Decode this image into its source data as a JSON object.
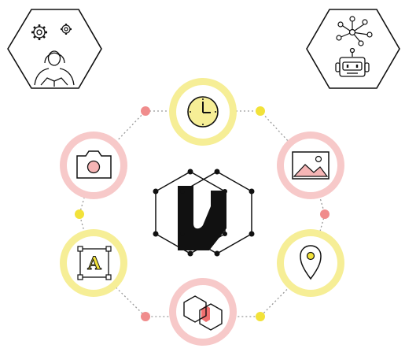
{
  "diagram": {
    "center_logo_icon": "double-hexagon-u-logo",
    "corner_cards": [
      {
        "icon": "person-reading-with-gears"
      },
      {
        "icon": "robot-with-network"
      }
    ],
    "nodes": [
      {
        "id": "clock",
        "icon": "clock-icon",
        "ring_color": "#f6ee96"
      },
      {
        "id": "image",
        "icon": "image-icon",
        "ring_color": "#f7c9c9"
      },
      {
        "id": "location",
        "icon": "location-pin-icon",
        "ring_color": "#f6ee96"
      },
      {
        "id": "overlap",
        "icon": "overlapping-hexagons-icon",
        "ring_color": "#f7c9c9"
      },
      {
        "id": "text",
        "icon": "text-frame-icon",
        "ring_color": "#f6ee96",
        "glyph": "A"
      },
      {
        "id": "camera",
        "icon": "camera-icon",
        "ring_color": "#f7c9c9"
      }
    ],
    "connector_dots": [
      {
        "color": "#f08c8c"
      },
      {
        "color": "#f2e23a"
      },
      {
        "color": "#f2e23a"
      },
      {
        "color": "#f08c8c"
      },
      {
        "color": "#f08c8c"
      },
      {
        "color": "#f2e23a"
      },
      {
        "color": "#f2e23a"
      },
      {
        "color": "#f08c8c"
      }
    ],
    "colors": {
      "pink_ring": "#f7c9c9",
      "yellow_ring": "#f6ee96",
      "pink_accent": "#f08c8c",
      "yellow_accent": "#f2e23a",
      "line": "#222222",
      "dash": "#9a9a9a"
    }
  }
}
